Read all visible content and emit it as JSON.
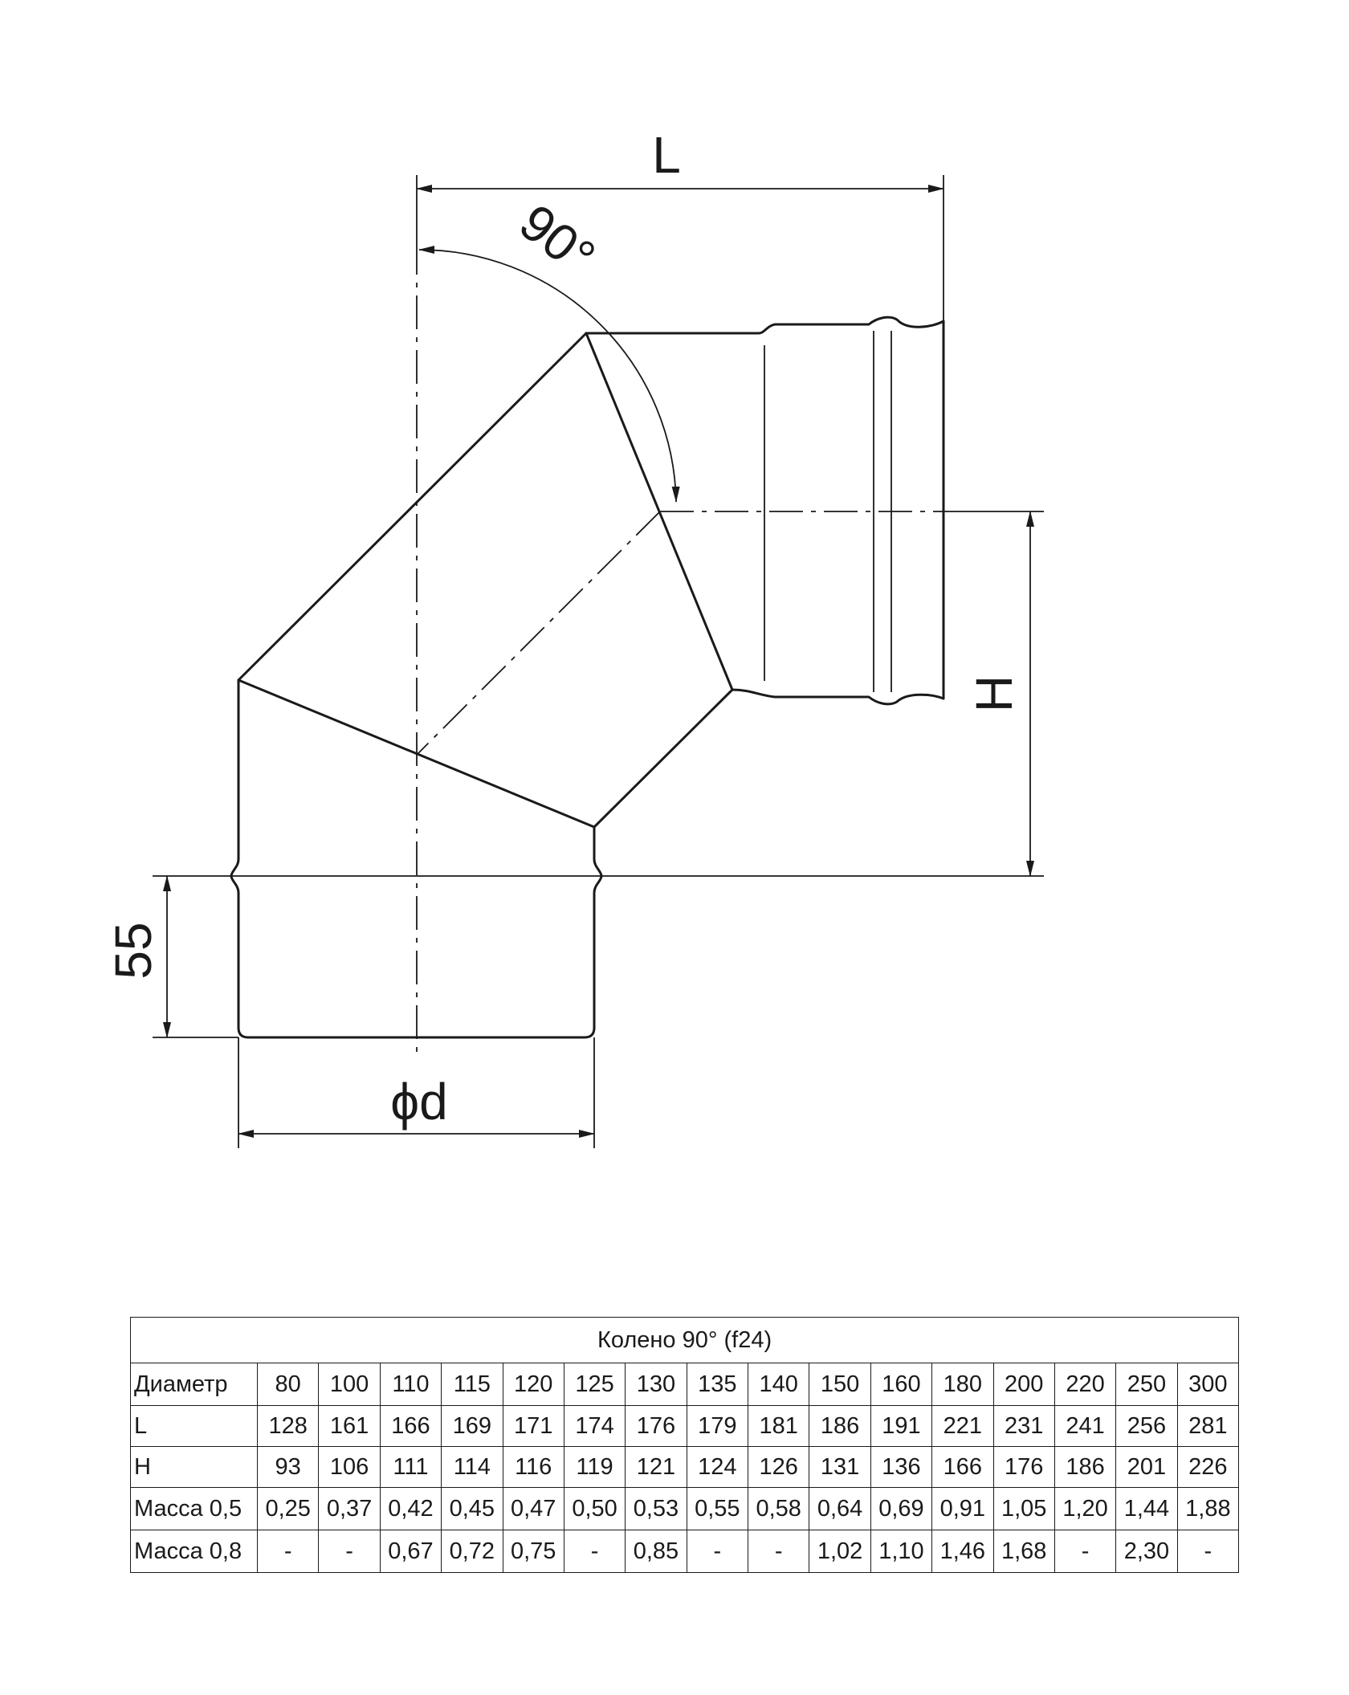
{
  "drawing": {
    "label_L": "L",
    "label_H": "H",
    "label_angle": "90°",
    "label_55": "55",
    "label_d": "ϕd"
  },
  "table": {
    "title": "Колено 90° (f24)",
    "rows": [
      {
        "label": "Диаметр",
        "values": [
          "80",
          "100",
          "110",
          "115",
          "120",
          "125",
          "130",
          "135",
          "140",
          "150",
          "160",
          "180",
          "200",
          "220",
          "250",
          "300"
        ]
      },
      {
        "label": "L",
        "values": [
          "128",
          "161",
          "166",
          "169",
          "171",
          "174",
          "176",
          "179",
          "181",
          "186",
          "191",
          "221",
          "231",
          "241",
          "256",
          "281"
        ]
      },
      {
        "label": "H",
        "values": [
          "93",
          "106",
          "111",
          "114",
          "116",
          "119",
          "121",
          "124",
          "126",
          "131",
          "136",
          "166",
          "176",
          "186",
          "201",
          "226"
        ]
      },
      {
        "label": "Масса 0,5",
        "values": [
          "0,25",
          "0,37",
          "0,42",
          "0,45",
          "0,47",
          "0,50",
          "0,53",
          "0,55",
          "0,58",
          "0,64",
          "0,69",
          "0,91",
          "1,05",
          "1,20",
          "1,44",
          "1,88"
        ]
      },
      {
        "label": "Масса 0,8",
        "values": [
          "-",
          "-",
          "0,67",
          "0,72",
          "0,75",
          "-",
          "0,85",
          "-",
          "-",
          "1,02",
          "1,10",
          "1,46",
          "1,68",
          "-",
          "2,30",
          "-"
        ]
      }
    ]
  }
}
